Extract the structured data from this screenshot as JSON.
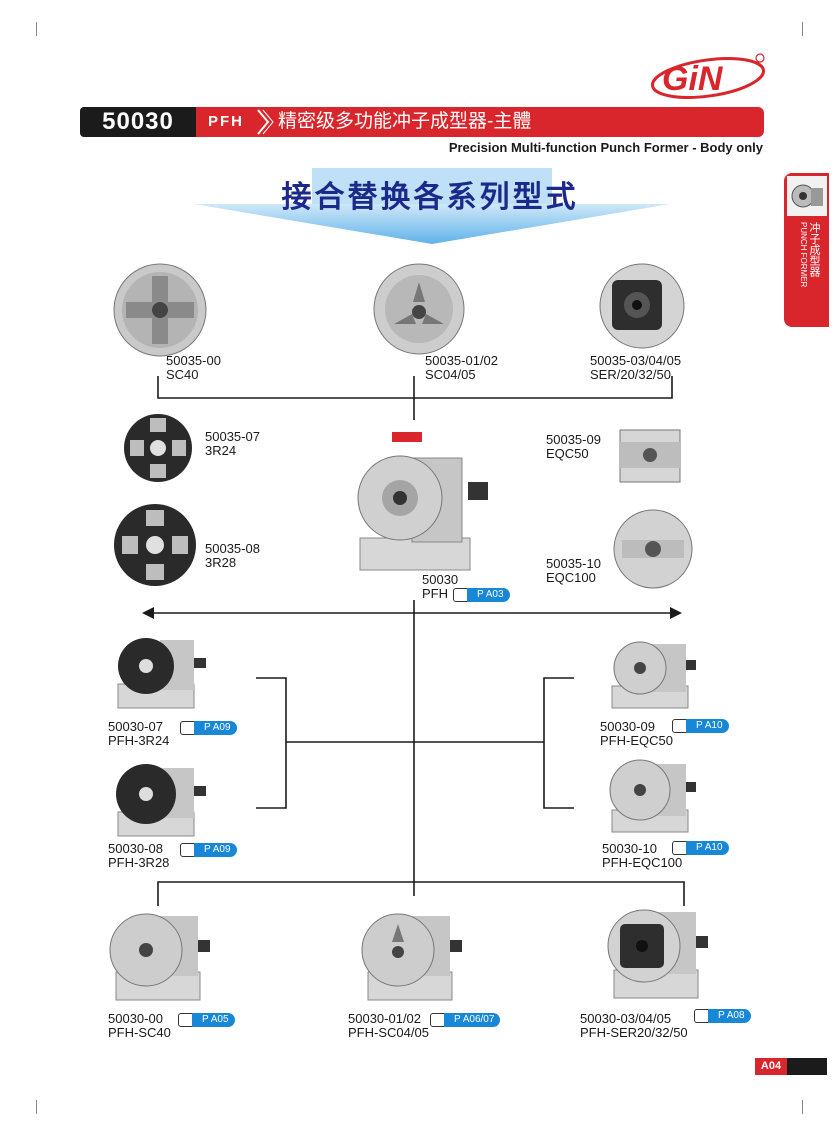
{
  "logo": {
    "text": "GiN"
  },
  "header": {
    "code": "50030",
    "model": "PFH",
    "title_cn": "精密级多功能冲子成型器-主體",
    "title_en": "Precision Multi-function Punch Former - Body only"
  },
  "heading": "接合替换各系列型式",
  "side_tab": {
    "en": "PUNCH FORMER",
    "cn": "冲子成型器"
  },
  "accessories_top": [
    {
      "code": "50035-00",
      "name": "SC40"
    },
    {
      "code": "50035-01/02",
      "name": "SC04/05"
    },
    {
      "code": "50035-03/04/05",
      "name": "SER/20/32/50"
    }
  ],
  "accessories_mid": [
    {
      "code": "50035-07",
      "name": "3R24"
    },
    {
      "code": "50035-08",
      "name": "3R28"
    },
    {
      "code": "50035-09",
      "name": "EQC50"
    },
    {
      "code": "50035-10",
      "name": "EQC100"
    }
  ],
  "center": {
    "code": "50030",
    "name": "PFH",
    "ref": "P A03"
  },
  "assemblies_side": [
    {
      "code": "50030-07",
      "name": "PFH-3R24",
      "ref": "P A09"
    },
    {
      "code": "50030-08",
      "name": "PFH-3R28",
      "ref": "P A09"
    },
    {
      "code": "50030-09",
      "name": "PFH-EQC50",
      "ref": "P A10"
    },
    {
      "code": "50030-10",
      "name": "PFH-EQC100",
      "ref": "P A10"
    }
  ],
  "assemblies_bottom": [
    {
      "code": "50030-00",
      "name": "PFH-SC40",
      "ref": "P A05"
    },
    {
      "code": "50030-01/02",
      "name": "PFH-SC04/05",
      "ref": "P A06/07"
    },
    {
      "code": "50030-03/04/05",
      "name": "PFH-SER20/32/50",
      "ref": "P A08"
    }
  ],
  "page_number": "A04",
  "colors": {
    "brand_red": "#d9262c",
    "ref_blue": "#1888d6",
    "heading_blue": "#1b2a8a",
    "arrow_blue": "#5fb2ea"
  }
}
